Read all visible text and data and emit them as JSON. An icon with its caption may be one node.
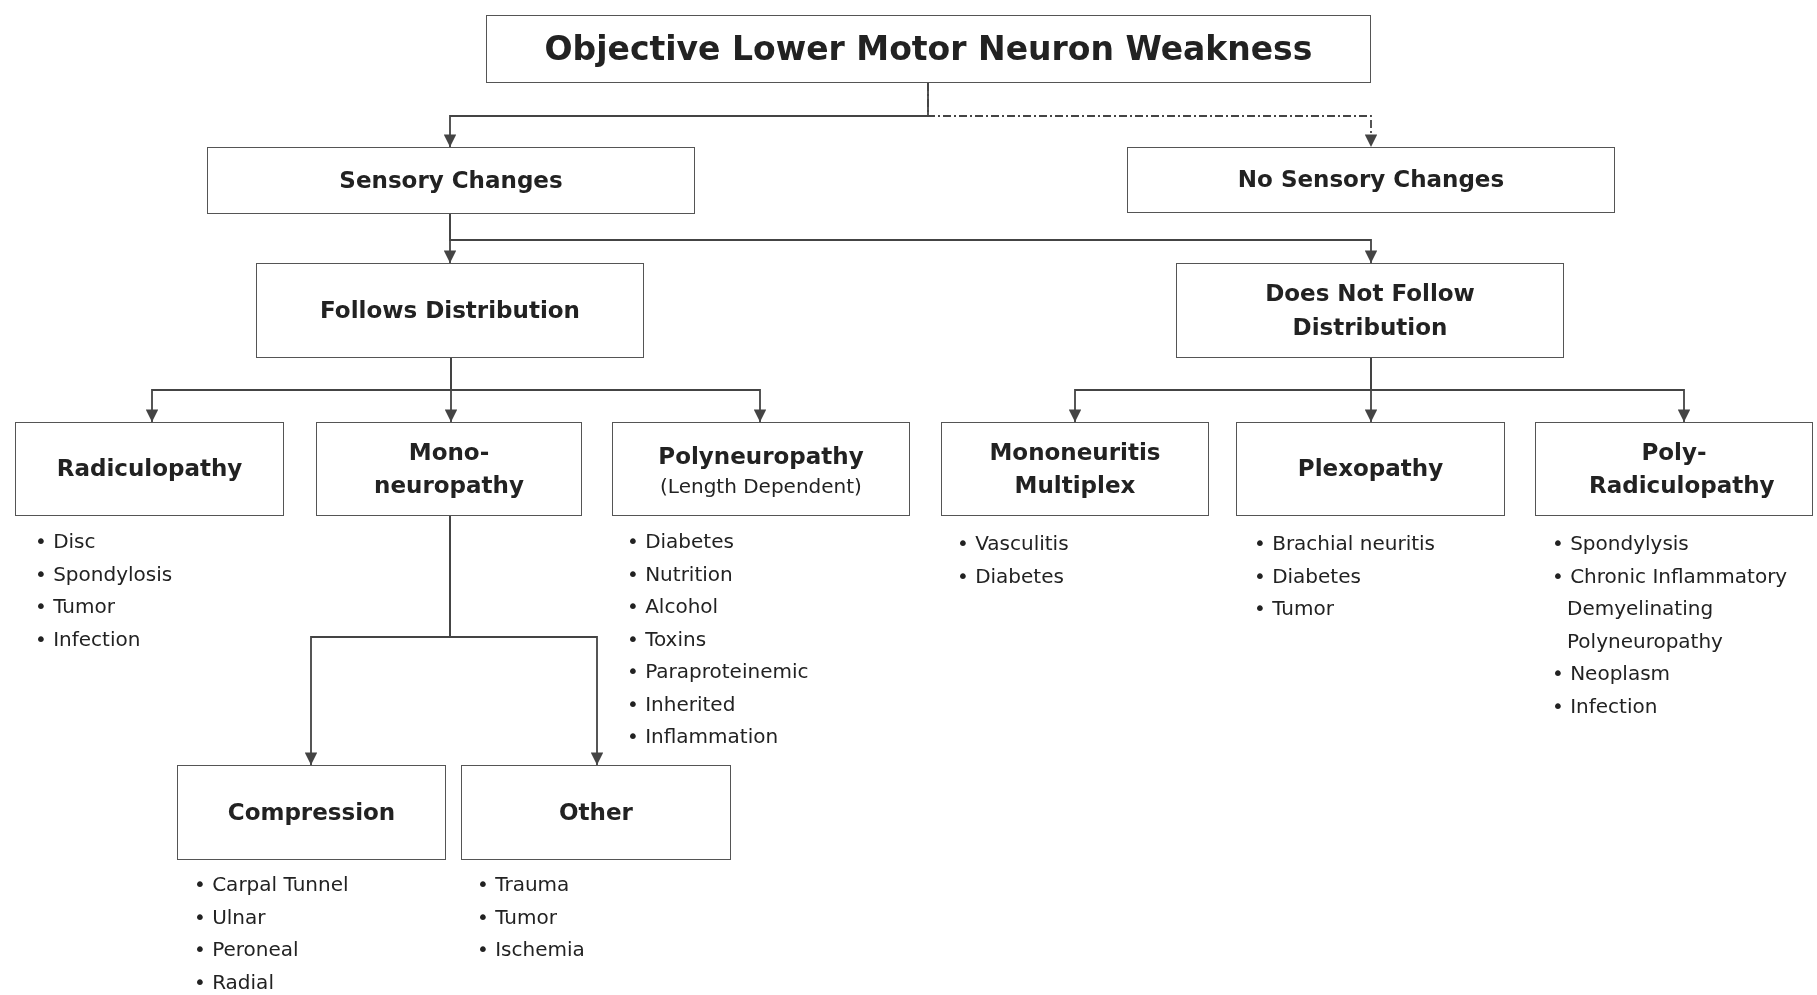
{
  "diagram": {
    "nodes": [
      {
        "text": [
          "Objective Lower Motor Neuron Weakness"
        ]
      },
      {
        "text": [
          "Sensory Changes"
        ]
      },
      {
        "text": [
          "No Sensory Changes"
        ]
      },
      {
        "text": [
          "Follows Distribution"
        ]
      },
      {
        "text": [
          "Does Not Follow Distribution"
        ]
      },
      {
        "text": [
          "Radiculopathy"
        ],
        "beside": [
          "• Disc",
          "• Spondylosis",
          "• Tumor",
          "• Infection"
        ]
      },
      {
        "text": [
          "Mono-neuropathy"
        ]
      },
      {
        "text": [
          "Polyneuropathy",
          "(Length Dependent)"
        ],
        "beside": [
          "• Diabetes",
          "• Nutrition",
          "• Alcohol",
          "• Toxins",
          "• Paraproteinemic",
          "• Inherited",
          "• Inflammation"
        ]
      },
      {
        "text": [
          "Mononeuritis Multiplex"
        ],
        "beside": [
          "• Vasculitis",
          "• Diabetes"
        ]
      },
      {
        "text": [
          "Plexopathy"
        ],
        "beside": [
          "• Brachial neuritis",
          "• Diabetes",
          "• Tumor"
        ]
      },
      {
        "text": [
          "Poly-Radiculopathy"
        ],
        "beside": [
          "• Spondylysis",
          "• Chronic Inflammatory Demyelinating Polyneuropathy",
          "• Neoplasm",
          "• Infection"
        ]
      },
      {
        "text": [
          "Compression"
        ],
        "beside": [
          "• Carpal Tunnel",
          "• Ulnar",
          "• Peroneal",
          "• Radial"
        ]
      },
      {
        "text": [
          "Other"
        ],
        "beside": [
          "• Trauma",
          "• Tumor",
          "• Ischemia"
        ]
      }
    ],
    "edges": [
      {
        "from": 0,
        "to": 1,
        "arrow": "to"
      },
      {
        "from": 0,
        "to": 2,
        "arrow": "to",
        "style": "dashed"
      },
      {
        "from": 1,
        "to": 3,
        "arrow": "to"
      },
      {
        "from": 1,
        "to": 4,
        "arrow": "to"
      },
      {
        "from": 3,
        "to": 5,
        "arrow": "to"
      },
      {
        "from": 3,
        "to": 6,
        "arrow": "to"
      },
      {
        "from": 3,
        "to": 7,
        "arrow": "to"
      },
      {
        "from": 4,
        "to": 8,
        "arrow": "to"
      },
      {
        "from": 4,
        "to": 9,
        "arrow": "to"
      },
      {
        "from": 4,
        "to": 10,
        "arrow": "to"
      },
      {
        "from": 6,
        "to": 11,
        "arrow": "to"
      },
      {
        "from": 6,
        "to": 12,
        "arrow": "to"
      }
    ]
  }
}
